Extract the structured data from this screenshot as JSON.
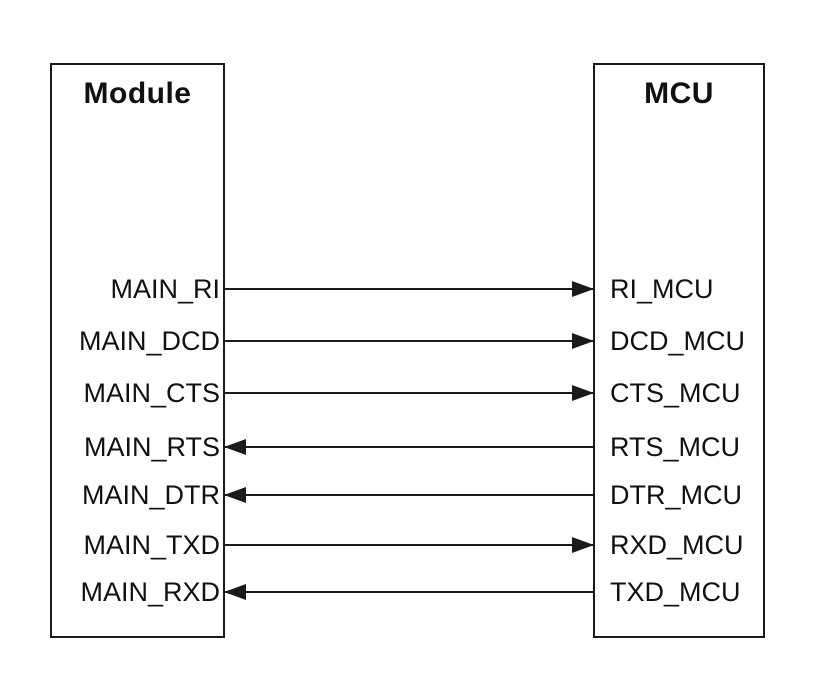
{
  "diagram": {
    "left_box": {
      "title": "Module"
    },
    "right_box": {
      "title": "MCU"
    },
    "signals": [
      {
        "left": "MAIN_RI",
        "right": "RI_MCU",
        "direction": "right"
      },
      {
        "left": "MAIN_DCD",
        "right": "DCD_MCU",
        "direction": "right"
      },
      {
        "left": "MAIN_CTS",
        "right": "CTS_MCU",
        "direction": "right"
      },
      {
        "left": "MAIN_RTS",
        "right": "RTS_MCU",
        "direction": "left"
      },
      {
        "left": "MAIN_DTR",
        "right": "DTR_MCU",
        "direction": "left"
      },
      {
        "left": "MAIN_TXD",
        "right": "RXD_MCU",
        "direction": "right"
      },
      {
        "left": "MAIN_RXD",
        "right": "TXD_MCU",
        "direction": "left"
      }
    ],
    "colors": {
      "line": "#1a1a1a",
      "text": "#111111",
      "background": "#ffffff"
    }
  }
}
